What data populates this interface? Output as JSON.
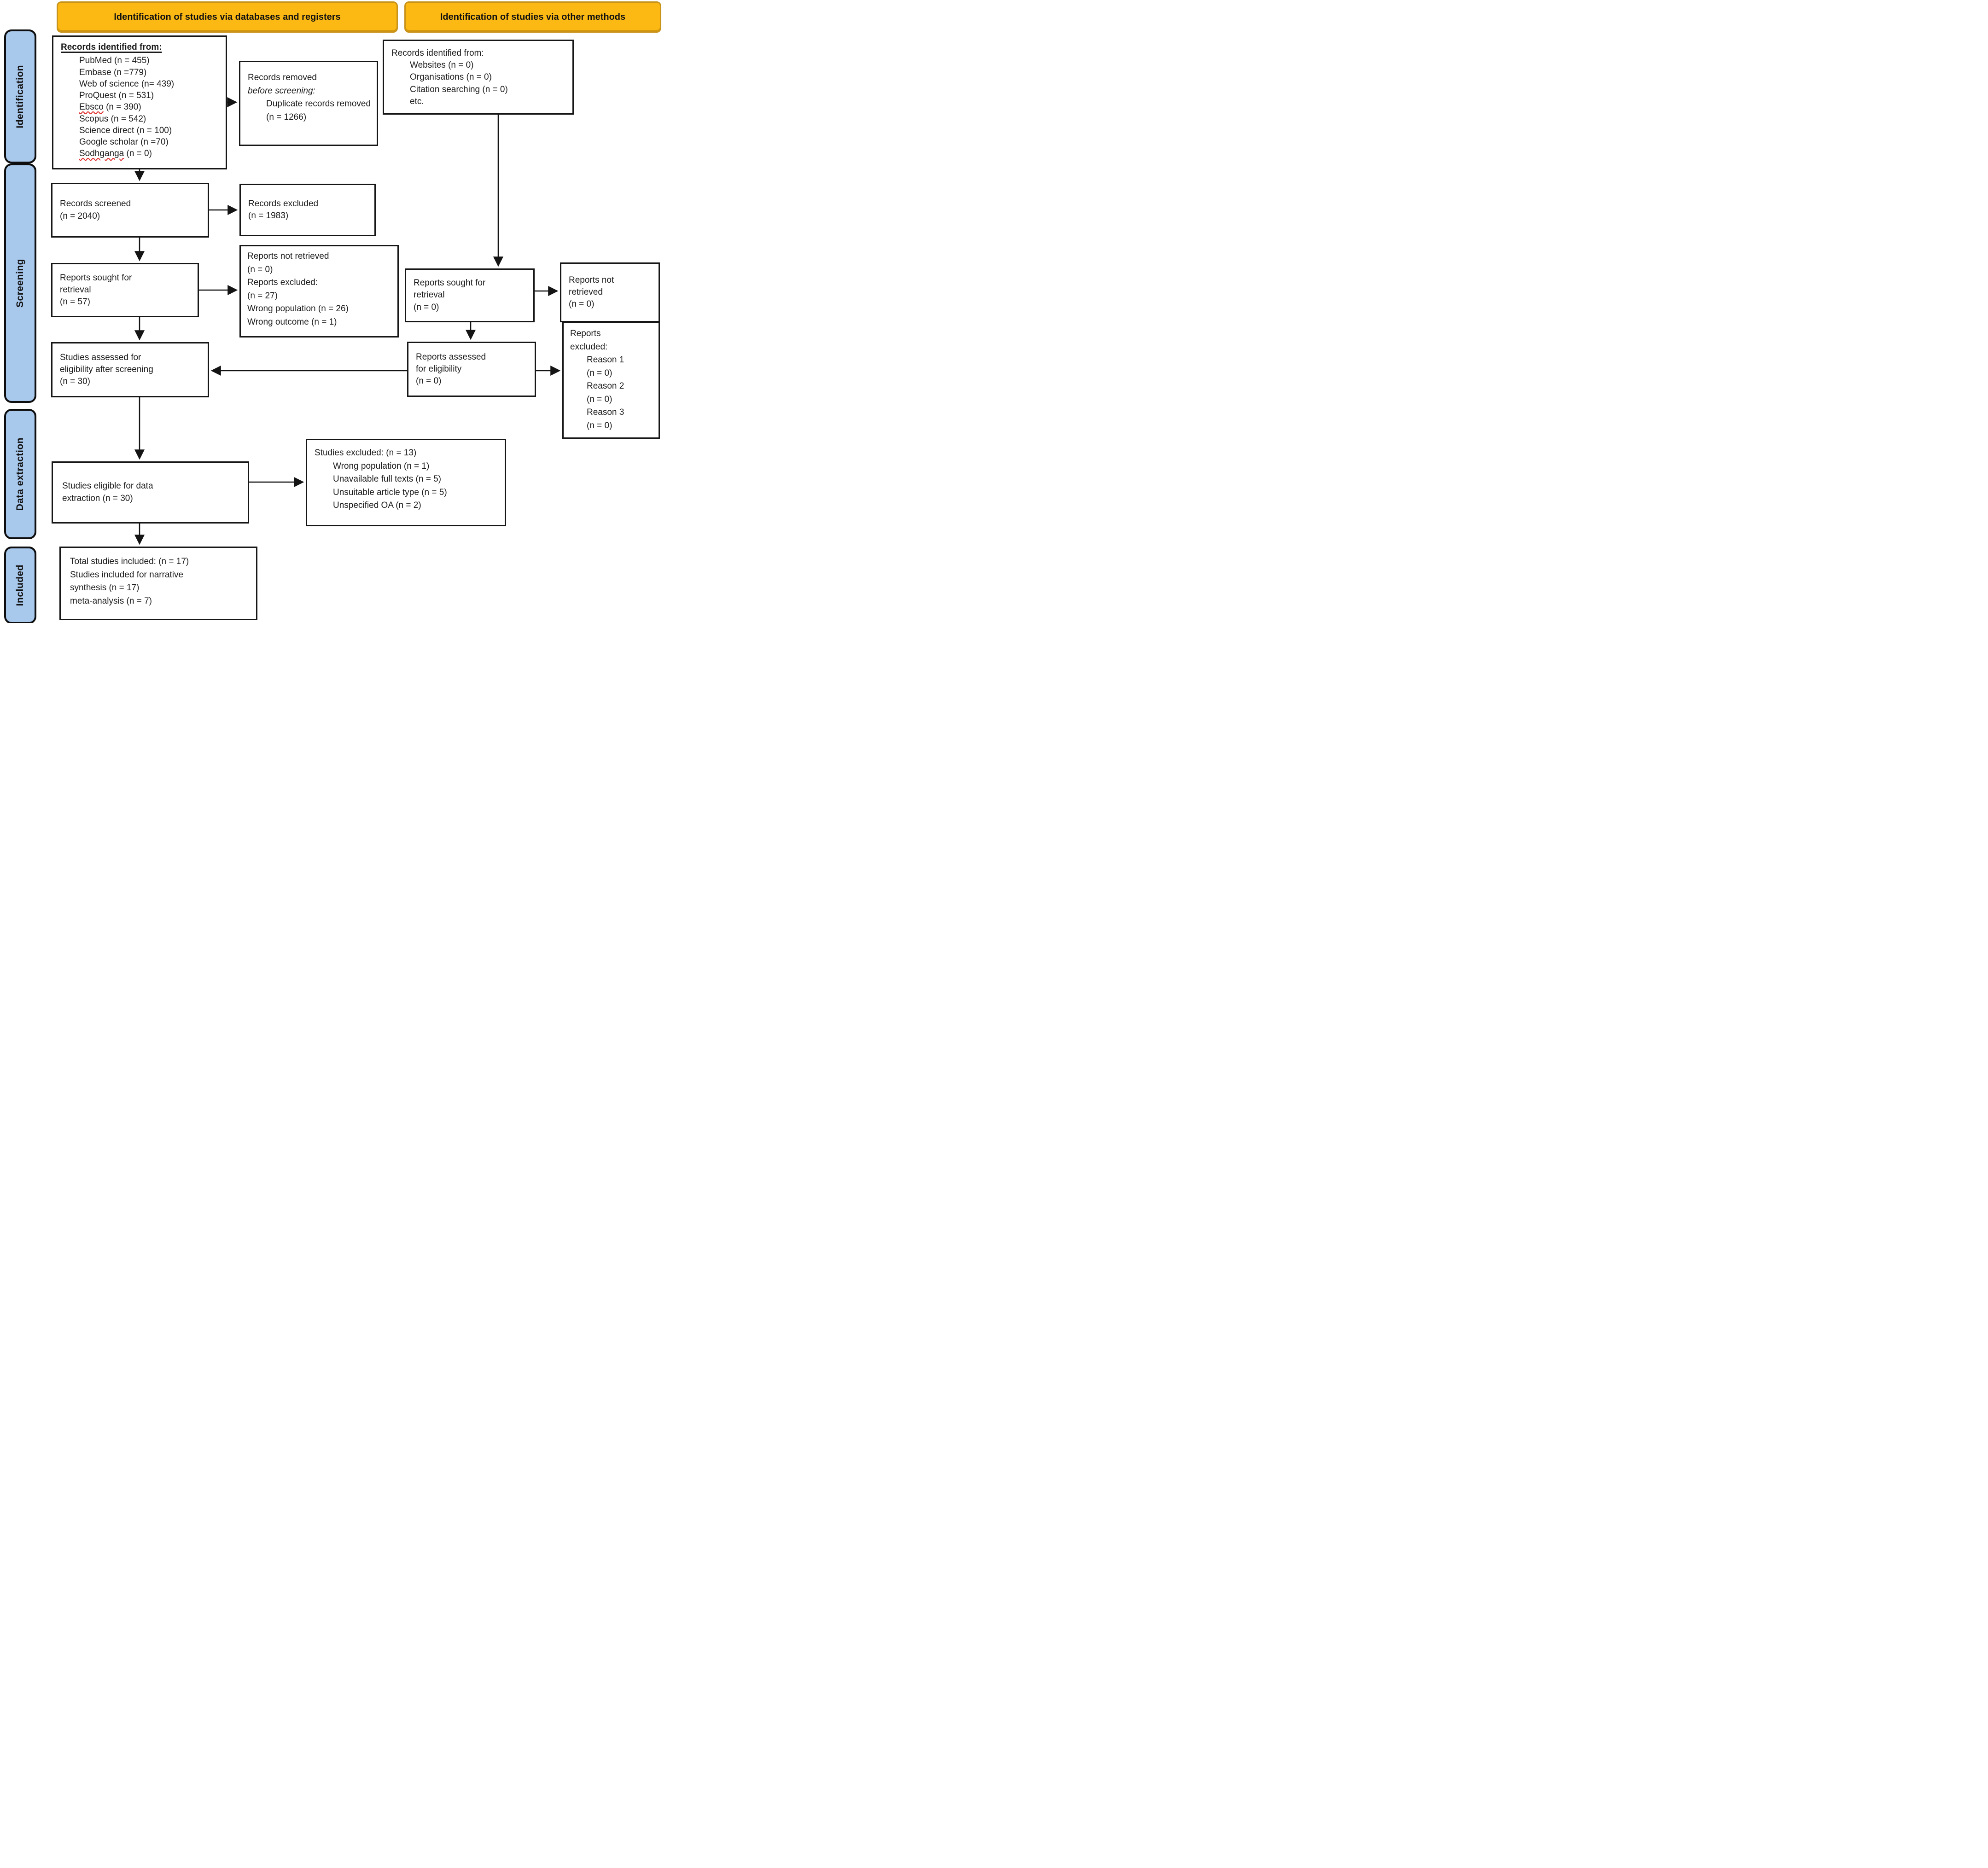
{
  "headers": {
    "left": "Identification of studies via databases and registers",
    "right": "Identification of studies via other methods"
  },
  "sidebar": {
    "identification": "Identification",
    "screening": "Screening",
    "data_extraction": "Data extraction",
    "included": "Included"
  },
  "colors": {
    "header_bg": "#FDB913",
    "header_border": "#C8931A",
    "sidebar_bg": "#A8C8EC",
    "box_border": "#161616",
    "arrow": "#141414",
    "spellcheck_squiggle": "#E03131"
  },
  "boxes": {
    "records_identified_db": {
      "title": "Records identified from:",
      "sources": [
        {
          "text": "PubMed (n = 455)"
        },
        {
          "text": "Embase (n =779)"
        },
        {
          "text": "Web of science (n= 439)"
        },
        {
          "text": "ProQuest (n = 531)"
        },
        {
          "word": "Ebsco",
          "rest": " (n = 390)",
          "misspelled": true
        },
        {
          "text": "Scopus (n = 542)"
        },
        {
          "text": "Science direct (n = 100)"
        },
        {
          "text": "Google scholar (n =70)"
        },
        {
          "word": "Sodhganga",
          "rest": " (n = 0)",
          "misspelled": true
        }
      ]
    },
    "records_removed": {
      "line1": "Records removed",
      "line2_italic": "before screening:",
      "indent1": "Duplicate records removed",
      "indent2": "(n = 1266)"
    },
    "records_identified_other": {
      "title": "Records identified from:",
      "items": [
        "Websites (n = 0)",
        "Organisations (n = 0)",
        "Citation searching (n = 0)",
        "etc."
      ]
    },
    "records_screened": {
      "line1": "Records screened",
      "line2": "(n = 2040)"
    },
    "records_excluded": {
      "line1": "Records excluded",
      "line2": "(n = 1983)"
    },
    "reports_sought_db": {
      "line1": "Reports sought for retrieval",
      "line2": "(n = 57)"
    },
    "reports_not_retrieved_db": {
      "lines": [
        "Reports not retrieved",
        "(n = 0)",
        "Reports excluded:",
        "(n = 27)",
        "Wrong population (n = 26)",
        "Wrong outcome (n = 1)"
      ]
    },
    "reports_sought_other": {
      "line1": "Reports sought for retrieval",
      "line2": "(n = 0)"
    },
    "reports_not_retrieved_other": {
      "line1": "Reports not retrieved",
      "line2": "(n = 0)"
    },
    "studies_assessed": {
      "line1": "Studies assessed for eligibility after screening",
      "line2": "(n = 30)"
    },
    "reports_assessed": {
      "line1": "Reports assessed for eligibility",
      "line2": "(n = 0)"
    },
    "reports_excluded_reasons": {
      "title": "Reports excluded:",
      "reasons": [
        "Reason 1",
        "(n = 0)",
        "Reason 2",
        "(n = 0)",
        "Reason 3",
        "(n = 0)"
      ]
    },
    "studies_excluded": {
      "title": "Studies excluded: (n = 13)",
      "items": [
        "Wrong population (n = 1)",
        "Unavailable full texts (n = 5)",
        "Unsuitable article type (n = 5)",
        "Unspecified OA (n = 2)"
      ]
    },
    "studies_eligible": {
      "text": "Studies eligible for data extraction (n = 30)"
    },
    "total_included": {
      "lines": [
        "Total studies included: (n = 17)",
        "Studies included for narrative synthesis (n = 17)",
        "meta-analysis (n = 7)"
      ]
    }
  }
}
